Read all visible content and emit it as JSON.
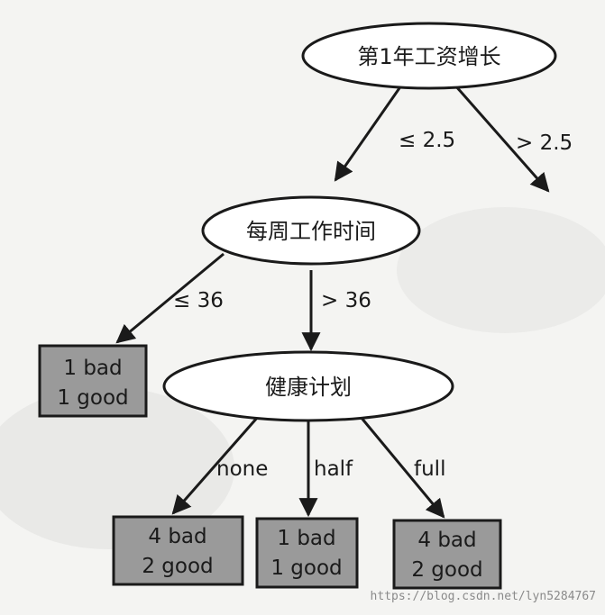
{
  "nodes": {
    "root": "第1年工资增长",
    "hours": "每周工作时间",
    "health": "健康计划"
  },
  "edges": {
    "root_le": "≤ 2.5",
    "root_gt": "> 2.5",
    "hours_le": "≤ 36",
    "hours_gt": "> 36",
    "health_none": "none",
    "health_half": "half",
    "health_full": "full"
  },
  "leaves": {
    "hours_le": [
      "1 bad",
      "1 good"
    ],
    "health_none": [
      "4 bad",
      "2 good"
    ],
    "health_half": [
      "1 bad",
      "1 good"
    ],
    "health_full": [
      "4 bad",
      "2 good"
    ]
  },
  "watermark": "https://blog.csdn.net/lyn5284767",
  "colors": {
    "background": "#f4f4f2",
    "leaf_fill": "#9a9a9a",
    "line": "#1a1a1a"
  }
}
